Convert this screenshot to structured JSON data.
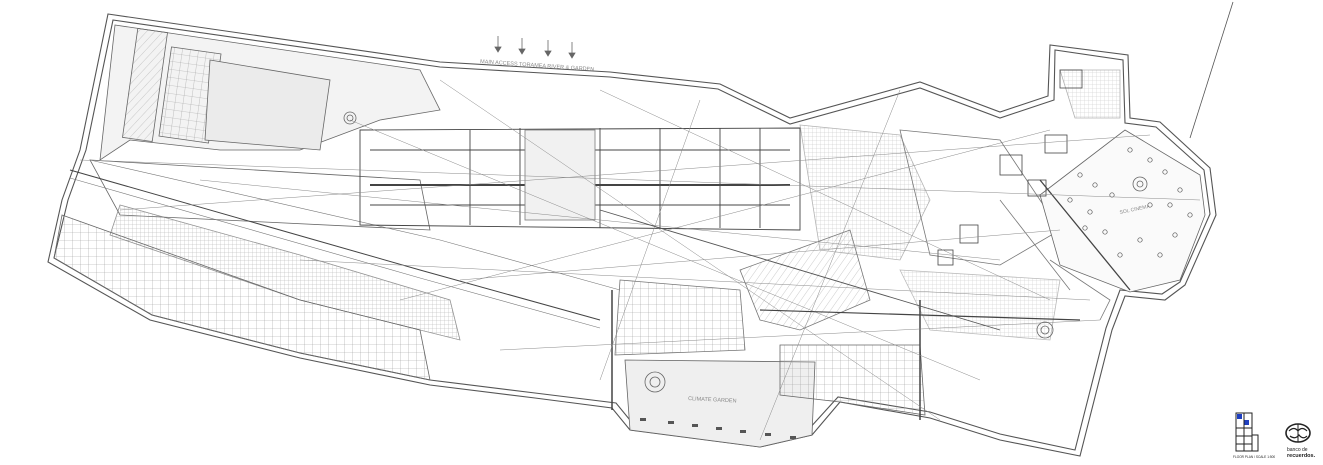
{
  "labels": {
    "top_access": "MAIN ACCESS TORAMEA RIVER & GARDEN",
    "right_area": "SOL CINEMA",
    "bottom_area": "CLIMATE GARDEN"
  },
  "footer": {
    "plan_caption": "FLOOR PLAN / SCALE 1:500",
    "logo_line1": "banco de",
    "logo_line2": "recuerdos."
  },
  "colors": {
    "line": "#555555",
    "line_light": "#9a9a9a",
    "ink": "#222222",
    "accent": "#1f3fbf"
  },
  "icons": [
    "entrance-arrow-icon",
    "brain-logo-icon",
    "building-elevation-icon"
  ]
}
